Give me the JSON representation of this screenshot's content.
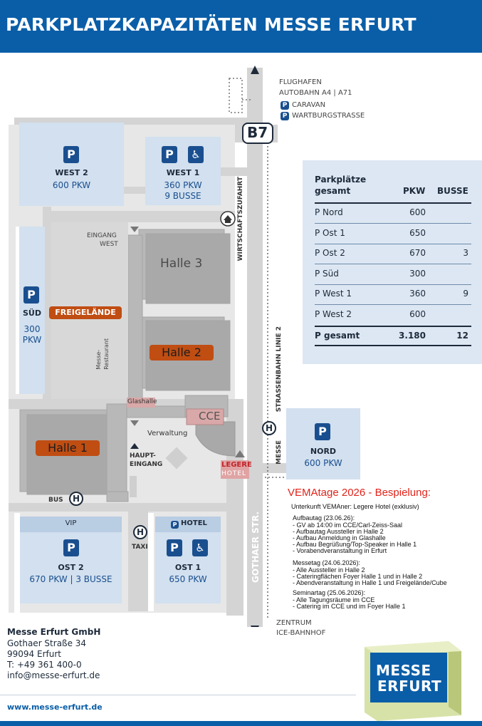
{
  "header": {
    "title": "PARKPLATZKAPAZITÄTEN MESSE ERFURT"
  },
  "colors": {
    "brand_blue": "#0a5ea8",
    "parking_zone": "#d2e0ef",
    "hall_gray": "#b8b8b8",
    "road_gray": "#d4d4d4",
    "orange": "#c04d12",
    "headline_red": "#e2231a"
  },
  "directions": {
    "north_line1": "FLUGHAFEN",
    "north_line2": "AUTOBAHN A4 | A71",
    "caravan": "CARAVAN",
    "wartburg": "WARTBURGSTRASSE",
    "south_line1": "ZENTRUM",
    "south_line2": "ICE-BAHNHOF"
  },
  "road_labels": {
    "b7": "B7",
    "wirtschaftszufahrt": "WIRTSCHAFTSZUFAHRT",
    "strassenbahn": "STRASSENBAHN LINIE 2",
    "gothaer": "GOTHAER STR.",
    "messe_stop": "MESSE"
  },
  "parking_zones": {
    "west2": {
      "name": "WEST 2",
      "capacity": "600 PKW"
    },
    "west1": {
      "name": "WEST 1",
      "capacity1": "360 PKW",
      "capacity2": "9 BUSSE"
    },
    "sued": {
      "name": "SÜD",
      "capacity1": "300",
      "capacity2": "PKW"
    },
    "nord": {
      "name": "NORD",
      "capacity": "600 PKW"
    },
    "ost2": {
      "tag": "VIP",
      "name": "OST 2",
      "capacity": "670 PKW | 3 BUSSE"
    },
    "ost1": {
      "tag": "HOTEL",
      "name": "OST 1",
      "capacity": "650 PKW"
    }
  },
  "icons": {
    "parking": "P",
    "wheelchair": "♿",
    "bus_stop": "H",
    "home": "home-icon",
    "arrow": "triangle-arrow-icon"
  },
  "map_labels": {
    "eingang_west_1": "EINGANG",
    "eingang_west_2": "WEST",
    "halle3": "Halle 3",
    "halle2": "Halle 2",
    "halle1": "Halle 1",
    "freigelaende": "FREIGELÄNDE",
    "restaurant": "Messe-\nRestaurant",
    "glashalle": "Glashalle",
    "cce": "CCE",
    "verwaltung": "Verwaltung",
    "haupteingang_1": "HAUPT-",
    "haupteingang_2": "EINGANG",
    "legere_1": "LEGERE",
    "legere_2": "HOTEL",
    "bus": "BUS",
    "taxi": "TAXI"
  },
  "table": {
    "header": {
      "name_1": "Parkplätze",
      "name_2": "gesamt",
      "pkw": "PKW",
      "busse": "BUSSE"
    },
    "rows": [
      {
        "name": "P Nord",
        "pkw": "600",
        "busse": ""
      },
      {
        "name": "P Ost 1",
        "pkw": "650",
        "busse": ""
      },
      {
        "name": "P Ost 2",
        "pkw": "670",
        "busse": "3"
      },
      {
        "name": "P Süd",
        "pkw": "300",
        "busse": ""
      },
      {
        "name": "P West 1",
        "pkw": "360",
        "busse": "9"
      },
      {
        "name": "P West 2",
        "pkw": "600",
        "busse": ""
      }
    ],
    "total": {
      "name": "P gesamt",
      "pkw": "3.180",
      "busse": "12"
    }
  },
  "info": {
    "title": "VEMAtage 2026 - Bespielung:",
    "lines": [
      "Unterkunft VEMAner: Legere Hotel (exklusiv)",
      "Aufbautag (23.06.26):",
      "- GV ab 14:00 im CCE/Carl-Zeiss-Saal",
      "- Aufbautag Aussteller in Halle 2",
      "- Aufbau Anmeldung in Glashalle",
      "- Aufbau Begrüßung/Top-Speaker in Halle 1",
      "- Vorabendveranstaltung in Erfurt",
      "Messetag (24.06.2026):",
      "- Alle Aussteller in Halle 2",
      "- Cateringflächen Foyer Halle 1 und in Halle 2",
      "- Abendveranstaltung in Halle 1 und Freigelände/Cube",
      "Seminartag (25.06.2026):",
      "- Alle Tagungsräume im CCE",
      "- Catering im CCE und im Foyer Halle 1"
    ]
  },
  "company": {
    "name": "Messe Erfurt GmbH",
    "street": "Gothaer Straße 34",
    "city": "99094 Erfurt",
    "phone": "T: +49 361 400-0",
    "email": "info@messe-erfurt.de",
    "website": "www.messe-erfurt.de"
  },
  "logo": {
    "line1": "MESSE",
    "line2": "ERFURT"
  }
}
